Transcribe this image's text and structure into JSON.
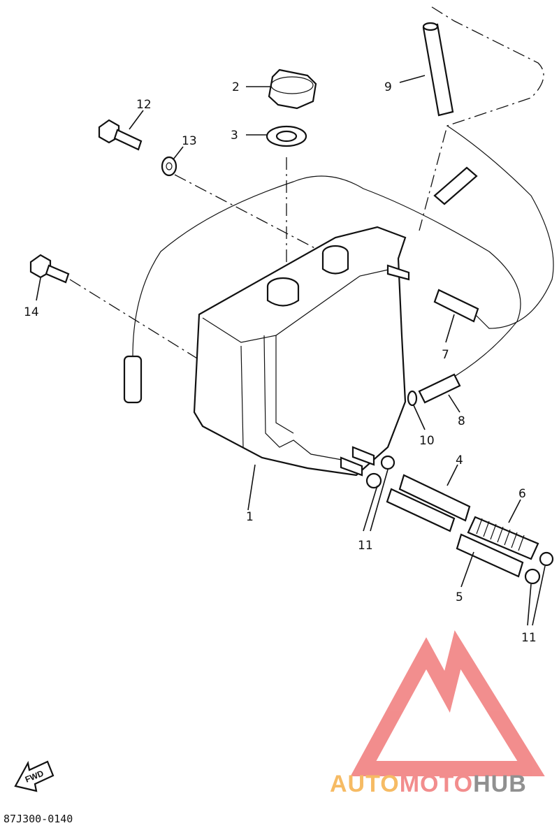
{
  "diagram": {
    "callouts": [
      {
        "id": "1",
        "label": "1"
      },
      {
        "id": "2",
        "label": "2"
      },
      {
        "id": "3",
        "label": "3"
      },
      {
        "id": "4",
        "label": "4"
      },
      {
        "id": "5",
        "label": "5"
      },
      {
        "id": "6",
        "label": "6"
      },
      {
        "id": "7",
        "label": "7"
      },
      {
        "id": "8",
        "label": "8"
      },
      {
        "id": "9",
        "label": "9"
      },
      {
        "id": "10",
        "label": "10"
      },
      {
        "id": "11a",
        "label": "11"
      },
      {
        "id": "11b",
        "label": "11"
      },
      {
        "id": "12",
        "label": "12"
      },
      {
        "id": "13",
        "label": "13"
      },
      {
        "id": "14",
        "label": "14"
      }
    ],
    "fwd_label": "FWD",
    "drawing_code": "87J300-0140"
  },
  "watermark": {
    "text_part1": "AUTO",
    "text_part2": "MOTO",
    "text_part3": "HUB",
    "color_orange": "#f5b04a",
    "color_pink": "#f07a7a",
    "color_gray": "#7d7d7d"
  }
}
